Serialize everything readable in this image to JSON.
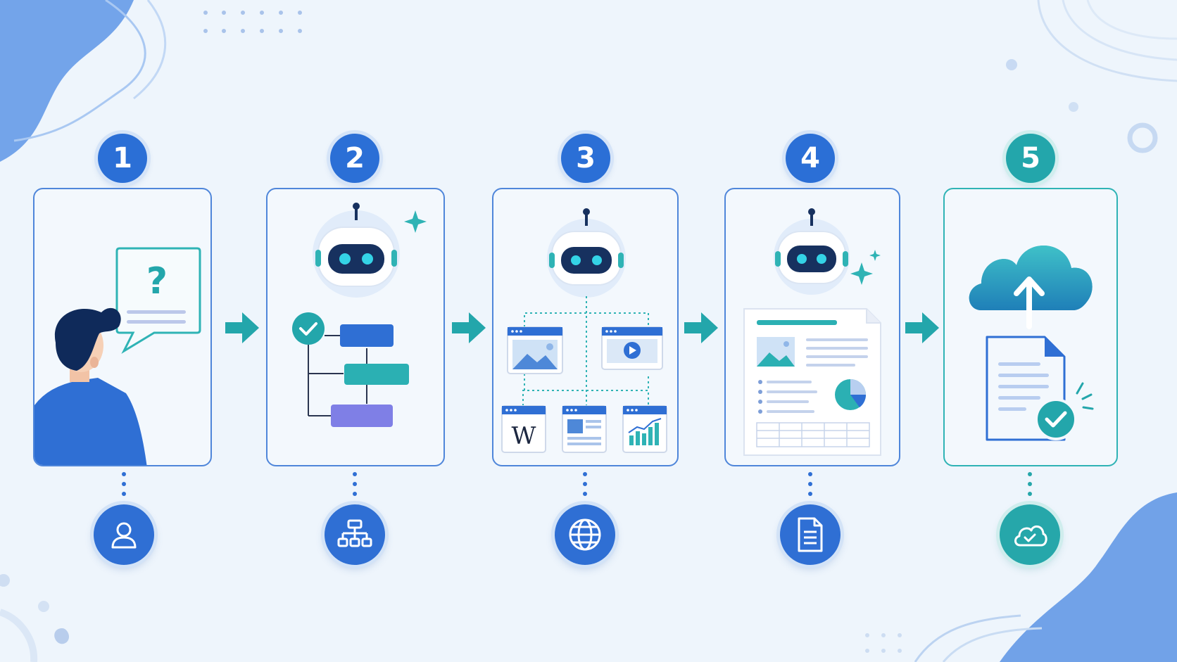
{
  "steps": [
    {
      "number": "1",
      "scene": "user-question",
      "bottom_icon": "user-icon"
    },
    {
      "number": "2",
      "scene": "ai-planning-flowchart",
      "bottom_icon": "hierarchy-icon"
    },
    {
      "number": "3",
      "scene": "ai-web-research",
      "bottom_icon": "globe-icon"
    },
    {
      "number": "4",
      "scene": "ai-report-generation",
      "bottom_icon": "document-icon"
    },
    {
      "number": "5",
      "scene": "cloud-upload-delivery",
      "bottom_icon": "cloud-check-icon"
    }
  ],
  "colors": {
    "background": "#eef5fc",
    "primary_blue": "#2b6fd6",
    "teal": "#23a6ab",
    "purple": "#7f7fe6",
    "robot_face": "#17315f"
  },
  "wiki_glyph": "W"
}
